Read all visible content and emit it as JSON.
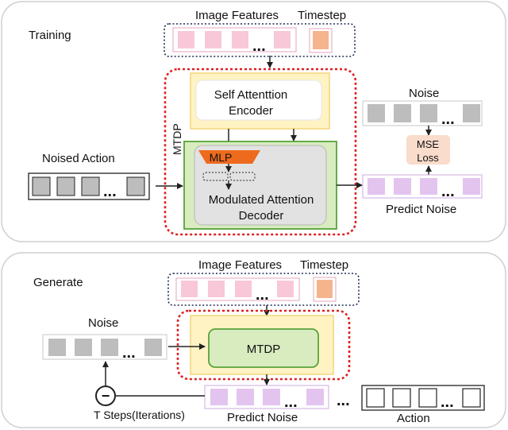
{
  "training": {
    "title": "Training",
    "image_features_label": "Image Features",
    "timestep_label": "Timestep",
    "ellipsis": "...",
    "mtdp_label": "MTDP",
    "encoder_label_line1": "Self Attenttion",
    "encoder_label_line2": "Encoder",
    "mlp_label": "MLP",
    "decoder_label_line1": "Modulated Attention",
    "decoder_label_line2": "Decoder",
    "noised_action_label": "Noised Action",
    "noise_label": "Noise",
    "mse_label_line1": "MSE",
    "mse_label_line2": "Loss",
    "predict_noise_label": "Predict Noise"
  },
  "generate": {
    "title": "Generate",
    "image_features_label": "Image Features",
    "timestep_label": "Timestep",
    "ellipsis": "...",
    "mtdp_label": "MTDP",
    "noise_label": "Noise",
    "predict_noise_label": "Predict Noise",
    "action_label": "Action",
    "t_steps_label": "T Steps(Iterations)",
    "minus_symbol": "−"
  },
  "colors": {
    "panel_border": "#cfcfcf",
    "red_dotted": "#e02020",
    "navy_dotted": "#1f2d55",
    "encoder_fill": "#fff3c4",
    "encoder_border": "#f3d67a",
    "decoder_outer_fill": "#d8ecc0",
    "decoder_outer_border": "#58a23a",
    "decoder_inner_fill": "#e2e2e2",
    "mlp_fill": "#ee6a1d",
    "pink_token": "#f8c8d8",
    "pink_border": "#e7a3bd",
    "timestep_token": "#f5b48c",
    "gray_token": "#bdbdbd",
    "purple_token": "#e3c4ef",
    "mse_fill": "#f9dccb",
    "arrow": "#222222"
  }
}
